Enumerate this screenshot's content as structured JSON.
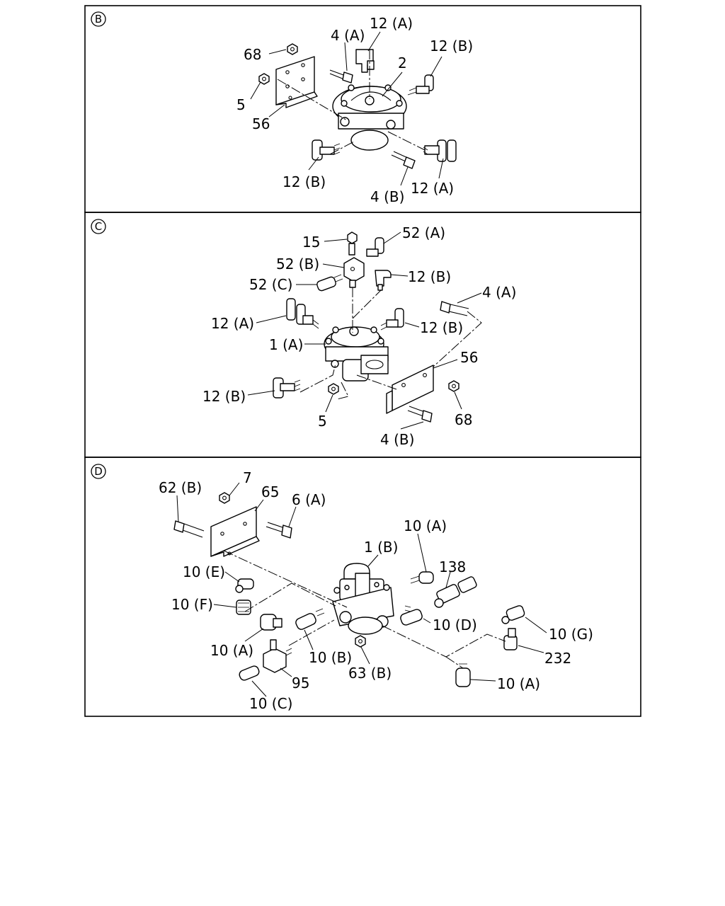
{
  "sections": [
    {
      "id": "B",
      "labels": [
        "12 (A)",
        "4 (A)",
        "68",
        "12 (B)",
        "2",
        "5",
        "56",
        "12 (B)",
        "4 (B)",
        "12 (A)"
      ]
    },
    {
      "id": "C",
      "labels": [
        "15",
        "52 (A)",
        "52 (B)",
        "52 (C)",
        "12 (B)",
        "4 (A)",
        "12 (A)",
        "12 (B)",
        "1 (A)",
        "56",
        "12 (B)",
        "68",
        "5",
        "4 (B)"
      ]
    },
    {
      "id": "D",
      "labels": [
        "62 (B)",
        "7",
        "65",
        "6 (A)",
        "10 (A)",
        "1 (B)",
        "138",
        "10 (E)",
        "10 (F)",
        "10 (D)",
        "10 (G)",
        "10 (A)",
        "10 (B)",
        "63 (B)",
        "232",
        "95",
        "10 (A)",
        "10 (C)"
      ]
    }
  ]
}
